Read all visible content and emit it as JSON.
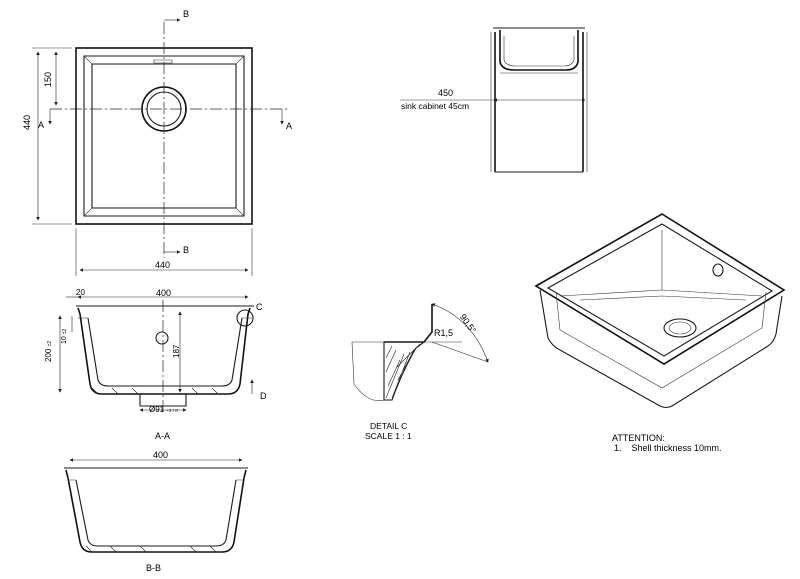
{
  "top_view": {
    "width_dim": "440",
    "height_dim": "440",
    "drain_offset_dim": "150",
    "section_a_left": "A",
    "section_a_right": "A",
    "section_b_top": "B",
    "section_b_bottom": "B"
  },
  "cabinet_view": {
    "width_dim": "450",
    "cabinet_note": "sink cabinet 45cm"
  },
  "section_aa": {
    "rim_dim": "20",
    "width_dim": "400",
    "height_dim": "200",
    "height_tol": "±2",
    "rim_thickness_dim": "10",
    "rim_thickness_tol": "±2",
    "drain_depth_dim": "187",
    "drain_dia_dim": "Ø91",
    "drain_dia_tol": "+2 / 0",
    "detail_callout": "C",
    "view_d_label": "D",
    "title": "A-A"
  },
  "detail_c": {
    "radius_dim": "R1,5",
    "angle_dim": "90,5°",
    "title_line1": "DETAIL C",
    "title_line2": "SCALE 1 : 1"
  },
  "section_bb": {
    "width_dim": "400",
    "title": "B-B"
  },
  "notes": {
    "heading": "ATTENTION:",
    "item_1": "1.    Shell thickness 10mm."
  }
}
